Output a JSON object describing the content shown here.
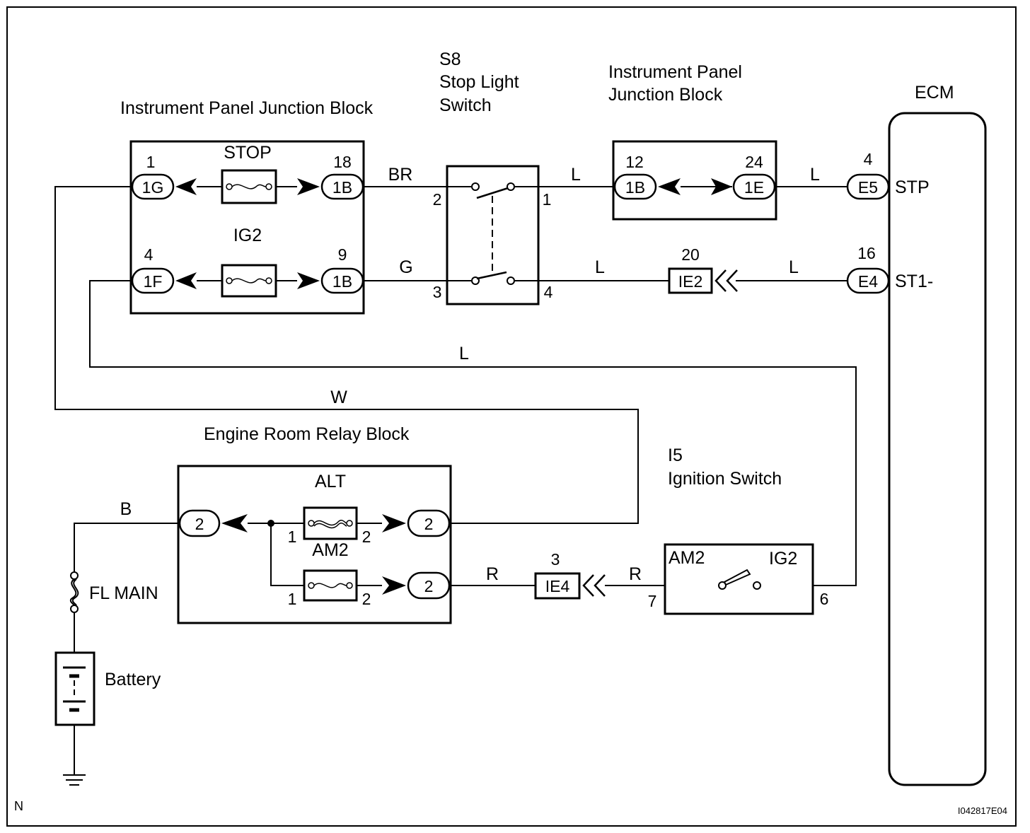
{
  "blocks": {
    "ipjb_left": "Instrument Panel Junction Block",
    "stop_switch_id": "S8",
    "stop_switch_l1": "Stop Light",
    "stop_switch_l2": "Switch",
    "ipjb_right_l1": "Instrument Panel",
    "ipjb_right_l2": "Junction Block",
    "ecm": "ECM",
    "engine_relay": "Engine Room Relay Block",
    "ign_id": "I5",
    "ign_name": "Ignition Switch",
    "fl_main": "FL MAIN",
    "battery": "Battery"
  },
  "fuses": {
    "stop": "STOP",
    "ig2": "IG2",
    "alt": "ALT",
    "am2": "AM2"
  },
  "connectors": {
    "c_1g": "1G",
    "c_1b_a": "1B",
    "c_1f": "1F",
    "c_1b_b": "1B",
    "c_1b_c": "1B",
    "c_1e": "1E",
    "c_e5": "E5",
    "c_e4": "E4",
    "c_ie2": "IE2",
    "c_ie4": "IE4",
    "c_2a": "2",
    "c_2b": "2",
    "c_2c": "2"
  },
  "pins": {
    "p1g": "1",
    "p18": "18",
    "p4f": "4",
    "p9": "9",
    "sw2": "2",
    "sw1": "1",
    "sw3": "3",
    "sw4": "4",
    "p12": "12",
    "p24": "24",
    "pe5": "4",
    "pe4": "16",
    "pie2": "20",
    "pie4": "3",
    "alt1": "1",
    "alt2": "2",
    "am1": "1",
    "am2p": "2",
    "ig7": "7",
    "ig6": "6"
  },
  "wires": {
    "br": "BR",
    "g": "G",
    "l1": "L",
    "l2": "L",
    "l3": "L",
    "l4": "L",
    "l5": "L",
    "w": "W",
    "b": "B",
    "r1": "R",
    "r2": "R"
  },
  "ecm_pins": {
    "stp": "STP",
    "st1": "ST1-"
  },
  "ign_terms": {
    "am2": "AM2",
    "ig2": "IG2"
  },
  "corner_left": "N",
  "corner_right": "I042817E04"
}
